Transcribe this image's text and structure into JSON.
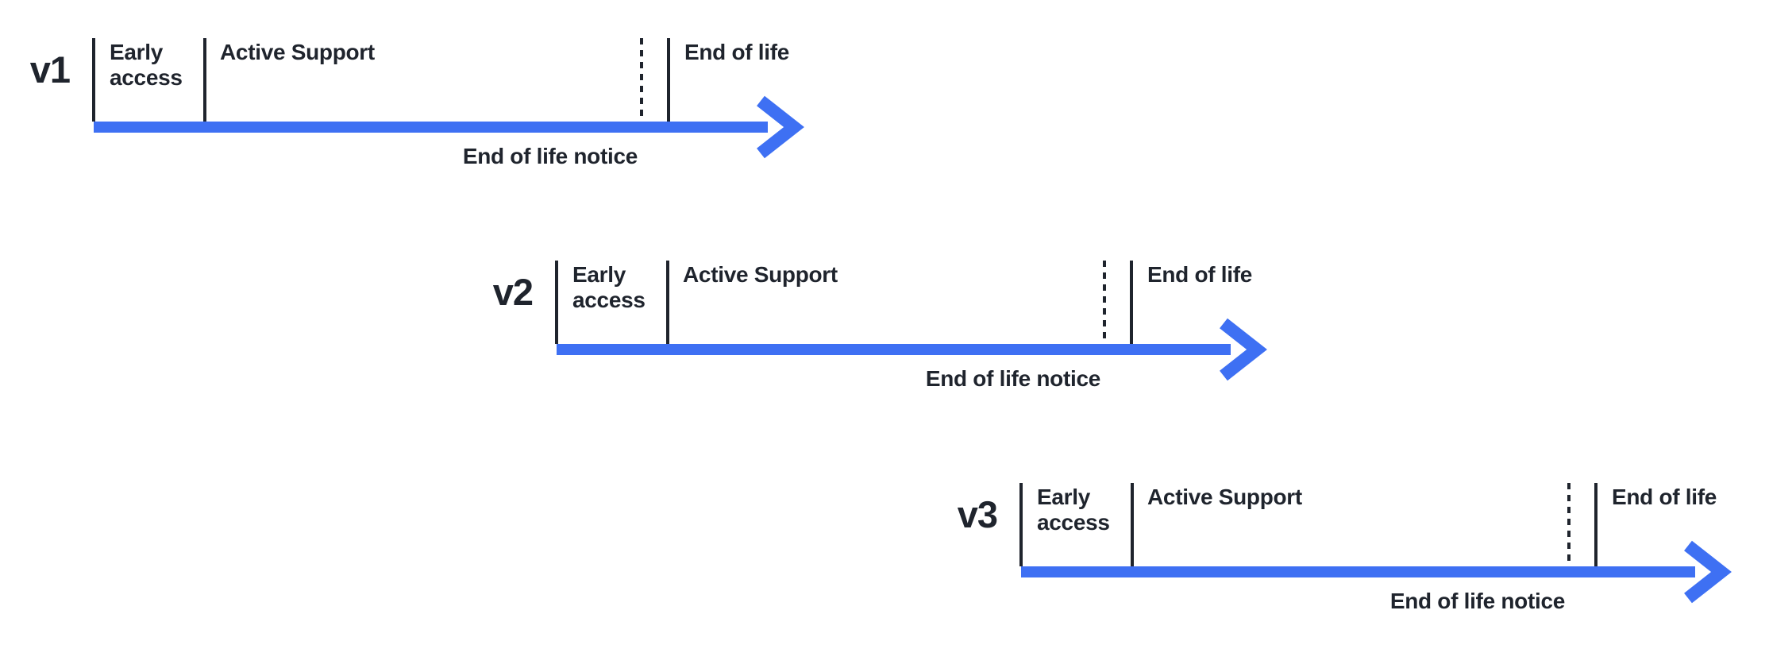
{
  "diagram": {
    "type": "version-support-lifecycle-timeline",
    "background_color": "#ffffff",
    "colors": {
      "arrow_blue": "#3E70F3",
      "text_dark": "#1F242D"
    },
    "timelines": [
      {
        "version": "v1",
        "early_access": "Early access",
        "active_support": "Active Support",
        "end_of_life_notice": "End of life notice",
        "end_of_life": "End of life"
      },
      {
        "version": "v2",
        "early_access": "Early access",
        "active_support": "Active Support",
        "end_of_life_notice": "End of life notice",
        "end_of_life": "End of life"
      },
      {
        "version": "v3",
        "early_access": "Early access",
        "active_support": "Active Support",
        "end_of_life_notice": "End of life notice",
        "end_of_life": "End of life"
      }
    ]
  }
}
